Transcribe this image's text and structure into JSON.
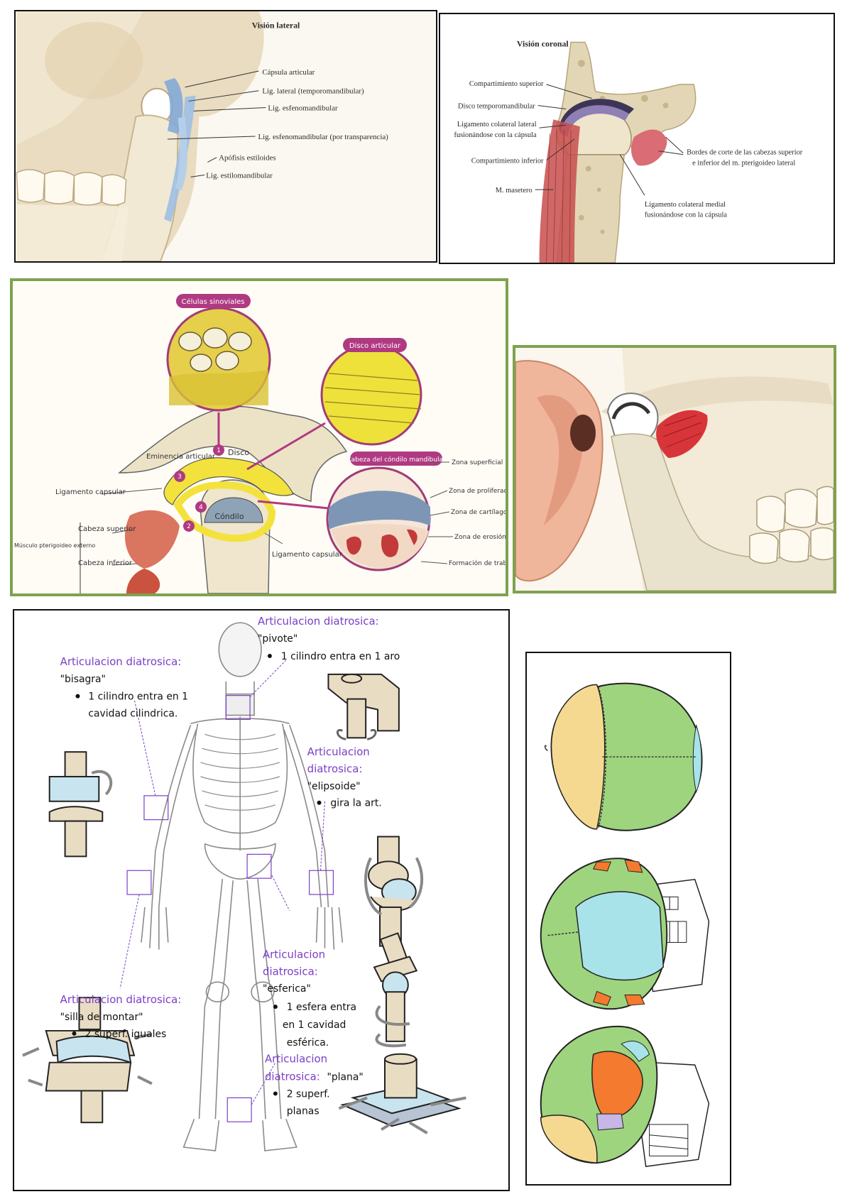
{
  "lateral": {
    "title": "Visión lateral",
    "labels": [
      "Cápsula articular",
      "Lig. lateral (temporomandibular)",
      "Lig. esfenomandibular",
      "Lig. esfenomandibular (por transparencia)",
      "Apófisis estiloides",
      "Lig. estilomandibular"
    ]
  },
  "coronal": {
    "title": "Visión coronal",
    "left_labels": [
      "Compartimiento superior",
      "Disco temporomandibular",
      "Ligamento colateral lateral",
      "fusionándose con la cápsula",
      "Compartimiento inferior",
      "M. masetero"
    ],
    "right_labels": [
      "Bordes de corte de las cabezas superior",
      "e inferior del m. pterigoideo lateral",
      "Ligamento colateral medial",
      "fusionándose con la cápsula"
    ]
  },
  "histology": {
    "badges": [
      "Células sinoviales",
      "Disco articular",
      "Cabeza del cóndilo mandibular"
    ],
    "inner_labels": [
      "Eminencia articular",
      "Disco",
      "Cóndilo"
    ],
    "numbers": [
      "1",
      "2",
      "3",
      "4"
    ],
    "left_labels": [
      "Ligamento capsular",
      "Cabeza superior",
      "Cabeza inferior",
      "Músculo pterigoideo externo"
    ],
    "bottom_label": "Ligamento capsular",
    "right_labels": [
      "Zona superficial",
      "Zona de proliferación",
      "Zona de cartílago hialino",
      "Zona de erosión",
      "Formación de trabéculas óseas"
    ]
  },
  "skeleton": {
    "pivote": {
      "title": "Articulacion diatrosica:",
      "type": "\"pivote\"",
      "bullet": "1 cilindro entra en 1 aro"
    },
    "bisagra": {
      "title": "Articulacion diatrosica:",
      "type": "\"bisagra\"",
      "bullet1": "1 cilindro entra en 1",
      "bullet2": "cavidad cilindrica."
    },
    "elipsoide": {
      "title1": "Articulacion",
      "title2": "diatrosica:",
      "type": "\"elipsoide\"",
      "bullet": "gira la art."
    },
    "esferica": {
      "title1": "Articulacion",
      "title2": "diatrosica:",
      "type": "\"esferica\"",
      "b1": "1 esfera entra",
      "b2": "en 1 cavidad",
      "b3": "esférica."
    },
    "silla": {
      "title": "Articulacion diatrosica:",
      "type": "\"silla de montar\"",
      "bullet": "2 superf. iguales"
    },
    "plana": {
      "title1": "Articulacion",
      "title2": "diatrosica:",
      "type": "\"plana\"",
      "b1": "2 superf.",
      "b2": "planas"
    }
  },
  "colors": {
    "green_frame": "#7fa24f",
    "purple_text": "#7a3fc6",
    "skull_green": "#9ed47e",
    "skull_yellow": "#f6d991",
    "skull_blue": "#a9e3ea",
    "skull_orange": "#f37a2e",
    "skull_lavender": "#c7b7e6"
  }
}
